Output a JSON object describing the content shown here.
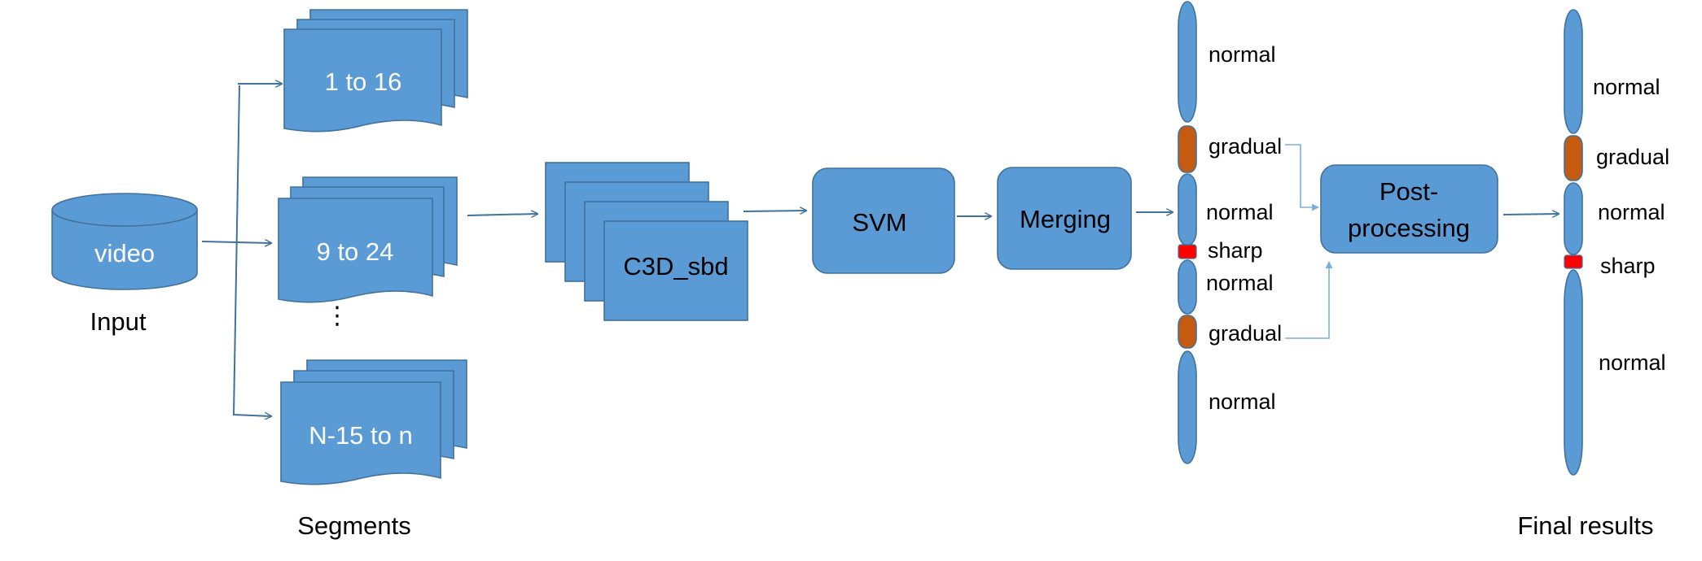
{
  "input": {
    "cylinder_label": "video",
    "caption": "Input"
  },
  "segments": {
    "caption": "Segments",
    "items": [
      "1 to 16",
      "9 to 24",
      "N-15 to n"
    ],
    "ellipsis": "⋮"
  },
  "network": {
    "label": "C3D_sbd"
  },
  "classifier": {
    "label": "SVM"
  },
  "merging": {
    "label": "Merging"
  },
  "merged_sequence": {
    "labels": [
      "normal",
      "gradual",
      "normal",
      "sharp",
      "normal",
      "gradual",
      "normal"
    ]
  },
  "post_processing": {
    "line1": "Post-",
    "line2": "processing"
  },
  "final_sequence": {
    "caption": "Final results",
    "labels": [
      "normal",
      "gradual",
      "normal",
      "sharp",
      "normal"
    ]
  },
  "colors": {
    "shape_fill": "#5b9bd5",
    "shape_stroke": "#41719c",
    "gradual": "#c55a11",
    "sharp": "#ff0000"
  }
}
